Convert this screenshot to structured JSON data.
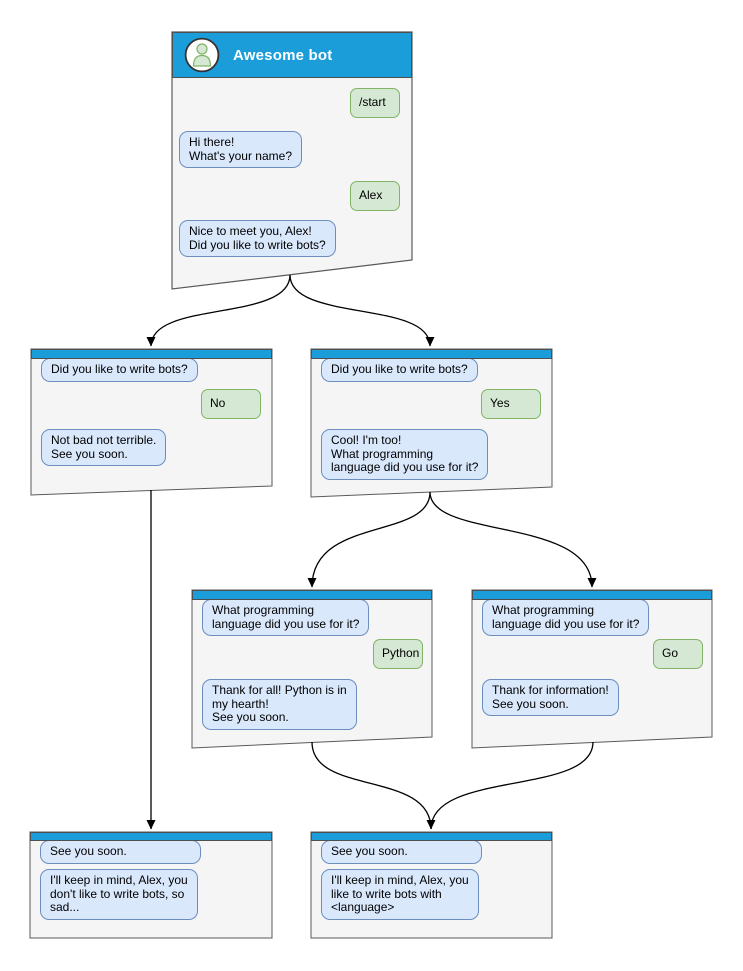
{
  "colors": {
    "header_blue": "#1B9DD9",
    "card_fill": "#F5F5F5",
    "card_border": "#595959",
    "bot_bubble_fill": "#DAE8FC",
    "bot_bubble_border": "#6C8EBF",
    "user_bubble_fill": "#D5E8D4",
    "user_bubble_border": "#82B366",
    "arrow": "#000000",
    "title_text": "#FFFFFF"
  },
  "root_card": {
    "title": "Awesome bot",
    "msg_start": "/start",
    "msg_greet": "Hi there!\nWhat's your name?",
    "msg_name": "Alex",
    "msg_meet": "Nice to meet you, Alex!\nDid you like to write bots?"
  },
  "no_card": {
    "question": "Did you like to write bots?",
    "answer": "No",
    "reply": "Not bad not terrible.\nSee you soon."
  },
  "yes_card": {
    "question": "Did you like to write bots?",
    "answer": "Yes",
    "reply": "Cool! I'm too!\nWhat programming\nlanguage did you use for it?"
  },
  "python_card": {
    "question": "What programming\nlanguage did you use for it?",
    "answer": "Python",
    "reply": "Thank for all! Python is in\nmy hearth!\nSee you soon."
  },
  "go_card": {
    "question": "What programming\nlanguage did you use for it?",
    "answer": "Go",
    "reply": "Thank for information!\nSee you soon."
  },
  "end_no_card": {
    "message": "See you soon.",
    "reply": "I'll keep in mind, Alex, you\ndon't like to write bots, so\nsad..."
  },
  "end_yes_card": {
    "message": "See you soon.",
    "reply": "I'll keep in mind, Alex, you\nlike to write bots with\n<language>"
  }
}
